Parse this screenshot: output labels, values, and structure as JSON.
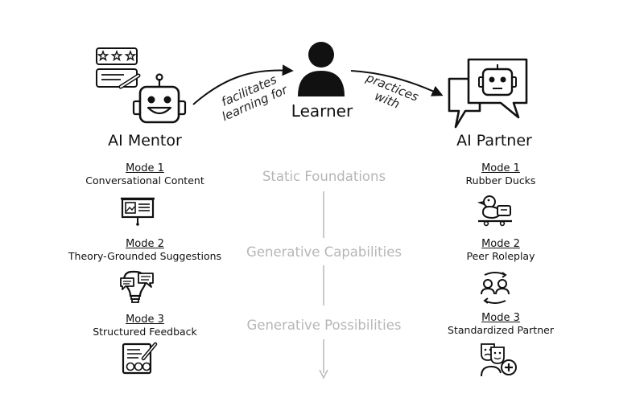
{
  "mentor": {
    "title": "AI Mentor",
    "modes": [
      {
        "label": "Mode 1",
        "name": "Conversational Content",
        "icon": "presentation-board-icon"
      },
      {
        "label": "Mode 2",
        "name": "Theory-Grounded Suggestions",
        "icon": "lightbulb-chat-icon"
      },
      {
        "label": "Mode 3",
        "name": "Structured Feedback",
        "icon": "feedback-form-icon"
      }
    ]
  },
  "learner": {
    "title": "Learner"
  },
  "partner": {
    "title": "AI Partner",
    "modes": [
      {
        "label": "Mode 1",
        "name": "Rubber Ducks",
        "icon": "rubber-duck-icon"
      },
      {
        "label": "Mode 2",
        "name": "Peer Roleplay",
        "icon": "peer-roleplay-icon"
      },
      {
        "label": "Mode 3",
        "name": "Standardized Partner",
        "icon": "theater-masks-icon"
      }
    ]
  },
  "arrows": {
    "left_line1": "facilitates",
    "left_line2": "learning for",
    "right_line1": "practices",
    "right_line2": "with"
  },
  "center": {
    "stages": [
      "Static Foundations",
      "Generative Capabilities",
      "Generative Possibilities"
    ]
  },
  "colors": {
    "ink": "#111111",
    "stage_text": "#b6b6b6",
    "axis": "#bdbdbd"
  }
}
